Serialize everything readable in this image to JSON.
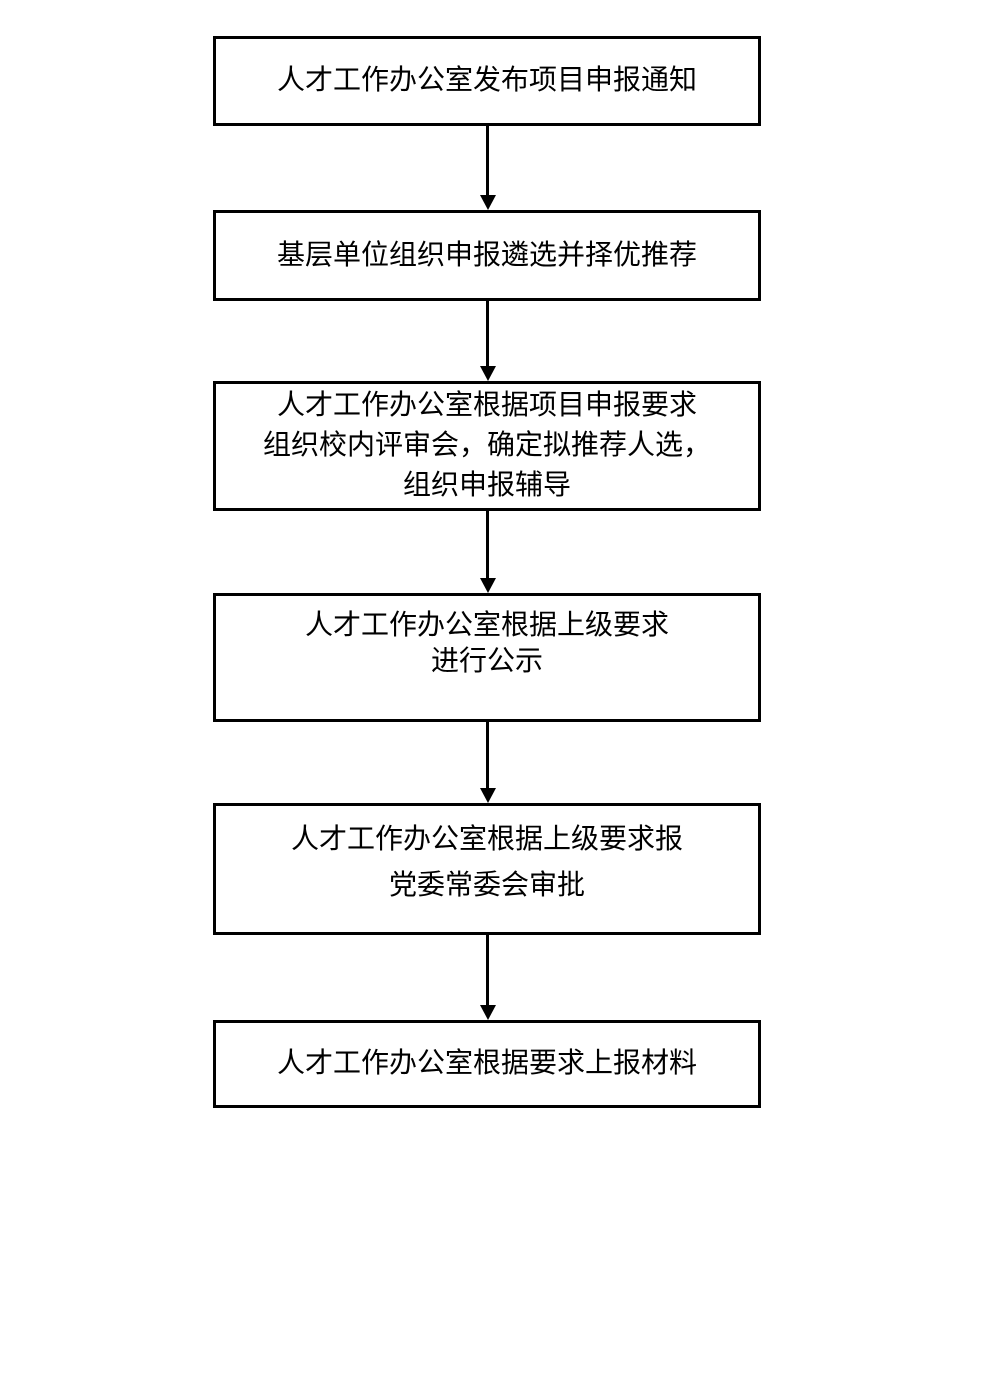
{
  "colors": {
    "page-bg": "#ffffff",
    "node-border": "#000000",
    "node-text": "#000000",
    "arrow": "#000000"
  },
  "flowchart": {
    "title": "",
    "nodes": [
      {
        "id": "step-1",
        "lines": [
          "人才工作办公室发布项目申报通知"
        ]
      },
      {
        "id": "step-2",
        "lines": [
          "基层单位组织申报遴选并择优推荐"
        ]
      },
      {
        "id": "step-3",
        "lines": [
          "人才工作办公室根据项目申报要求",
          "组织校内评审会，确定拟推荐人选，",
          "组织申报辅导"
        ]
      },
      {
        "id": "step-4",
        "lines": [
          "人才工作办公室根据上级要求",
          "进行公示"
        ]
      },
      {
        "id": "step-5",
        "lines": [
          "人才工作办公室根据上级要求报",
          "党委常委会审批"
        ]
      },
      {
        "id": "step-6",
        "lines": [
          "人才工作办公室根据要求上报材料"
        ]
      }
    ]
  }
}
